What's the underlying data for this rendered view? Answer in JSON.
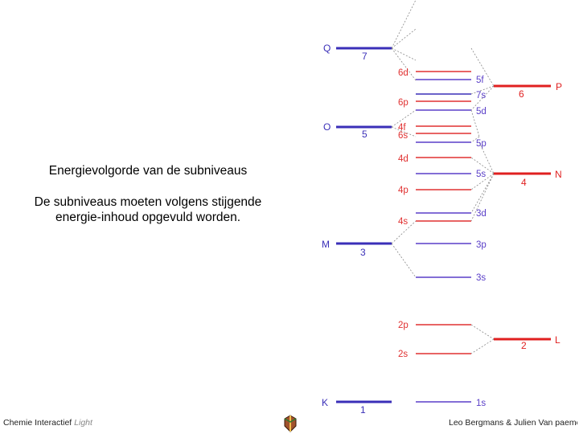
{
  "heading": "Energievolgorde van de subniveaus",
  "description": "De subniveaus moeten volgens stijgende energie-inhoud opgevuld worden.",
  "shells": [
    {
      "letter": "K",
      "number": "1"
    },
    {
      "letter": "L",
      "number": "2"
    },
    {
      "letter": "M",
      "number": "3"
    },
    {
      "letter": "N",
      "number": "4"
    },
    {
      "letter": "O",
      "number": "5"
    },
    {
      "letter": "P",
      "number": "6"
    },
    {
      "letter": "Q",
      "number": "7"
    }
  ],
  "sublevels_left": [
    {
      "label": "6d",
      "color": "#e03030"
    },
    {
      "label": "6p",
      "color": "#e03030"
    },
    {
      "label": "4f",
      "color": "#e03030"
    },
    {
      "label": "6s",
      "color": "#e03030"
    },
    {
      "label": "4d",
      "color": "#e03030"
    },
    {
      "label": "4p",
      "color": "#e03030"
    },
    {
      "label": "4s",
      "color": "#e03030"
    },
    {
      "label": "2p",
      "color": "#e03030"
    },
    {
      "label": "2s",
      "color": "#e03030"
    }
  ],
  "sublevels_right": [
    {
      "label": "5f",
      "color": "#5a3fc8"
    },
    {
      "label": "7s",
      "color": "#5a3fc8"
    },
    {
      "label": "5d",
      "color": "#5a3fc8"
    },
    {
      "label": "5p",
      "color": "#5a3fc8"
    },
    {
      "label": "5s",
      "color": "#5a3fc8"
    },
    {
      "label": "3d",
      "color": "#5a3fc8"
    },
    {
      "label": "3p",
      "color": "#5a3fc8"
    },
    {
      "label": "3s",
      "color": "#5a3fc8"
    },
    {
      "label": "1s",
      "color": "#5a3fc8"
    }
  ],
  "colors": {
    "blue_shell": "#3a2fb8",
    "red_shell": "#e02020",
    "red_sublevel": "#e03030",
    "blue_sublevel": "#5a3fc8",
    "dotted": "#888888"
  },
  "footer": {
    "left_main": "Chemie Interactief",
    "left_light": "Light",
    "right": "Leo Bergmans & Julien Van paemel"
  }
}
